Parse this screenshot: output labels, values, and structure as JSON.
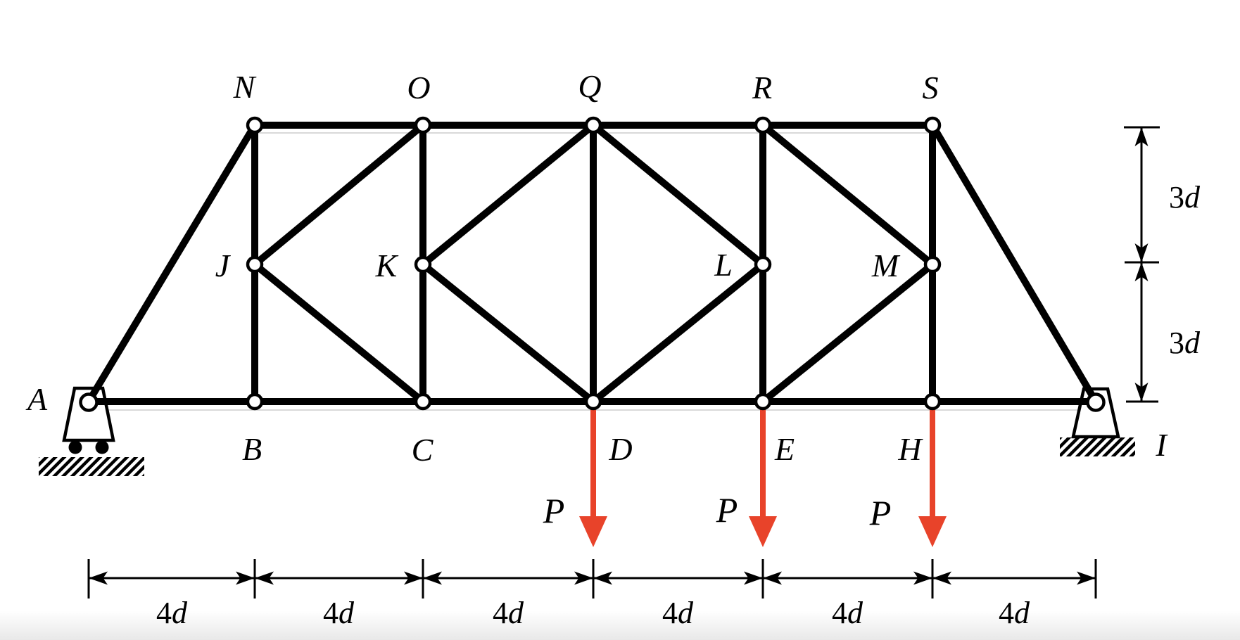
{
  "joints": {
    "A": "A",
    "B": "B",
    "C": "C",
    "D": "D",
    "E": "E",
    "H": "H",
    "I": "I",
    "J": "J",
    "K": "K",
    "L": "L",
    "M": "M",
    "N": "N",
    "O": "O",
    "Q": "Q",
    "R": "R",
    "S": "S"
  },
  "loads": {
    "at_D": "P",
    "at_E": "P",
    "at_H": "P"
  },
  "dimensions": {
    "panel_digit": "4",
    "panel_unit": "d",
    "height_digit": "3",
    "height_unit": "d",
    "panel_labels": [
      "4d",
      "4d",
      "4d",
      "4d",
      "4d",
      "4d"
    ],
    "height_labels": [
      "3d",
      "3d"
    ]
  },
  "supports": {
    "left": {
      "joint": "A",
      "type": "roller"
    },
    "right": {
      "joint": "I",
      "type": "pin"
    }
  },
  "structure": {
    "bottom_chord_joints": [
      "A",
      "B",
      "C",
      "D",
      "E",
      "H",
      "I"
    ],
    "top_chord_joints": [
      "N",
      "O",
      "Q",
      "R",
      "S"
    ],
    "middle_joints": [
      "J",
      "K",
      "L",
      "M"
    ],
    "loaded_joints": [
      "D",
      "E",
      "H"
    ],
    "members": [
      "A-B",
      "B-C",
      "C-D",
      "D-E",
      "E-H",
      "H-I",
      "N-O",
      "O-Q",
      "Q-R",
      "R-S",
      "A-N",
      "S-I",
      "B-J",
      "J-N",
      "C-K",
      "K-O",
      "D-Q",
      "E-L",
      "L-R",
      "H-M",
      "M-S",
      "J-O",
      "J-C",
      "K-Q",
      "K-D",
      "Q-L",
      "L-D",
      "R-M",
      "M-E"
    ]
  },
  "colors": {
    "member": "#000000",
    "load_arrow": "#e8432a",
    "text": "#000000",
    "background": "#ffffff"
  }
}
